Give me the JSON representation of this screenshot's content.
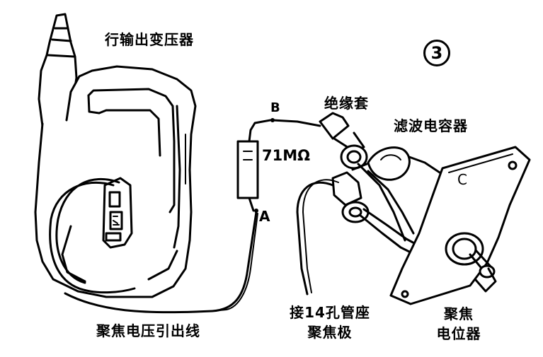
{
  "figure_number": "3",
  "labels": {
    "flyback_transformer": "行输出变压器",
    "insulating_sleeve": "绝缘套",
    "filter_capacitor": "滤波电容器",
    "resistor_value": "71MΩ",
    "point_a": "A",
    "point_b": "B",
    "focus_voltage_lead": "聚焦电压引出线",
    "tube_socket_line1": "接14孔管座",
    "tube_socket_line2": "聚焦极",
    "focus_pot_line1": "聚焦",
    "focus_pot_line2": "电位器",
    "pot_terminal": "C"
  },
  "colors": {
    "ink": "#000000",
    "paper": "#ffffff"
  }
}
